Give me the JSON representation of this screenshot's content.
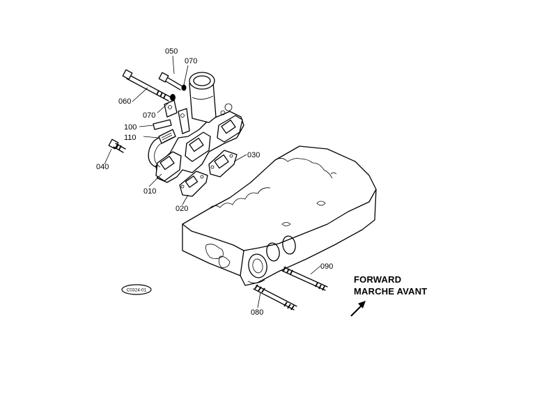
{
  "callouts": {
    "c010": "010",
    "c020": "020",
    "c030": "030",
    "c040": "040",
    "c050": "050",
    "c060": "060",
    "c070a": "070",
    "c070b": "070",
    "c080": "080",
    "c090": "090",
    "c100": "100",
    "c110": "110"
  },
  "direction": {
    "line1": "FORWARD",
    "line2": "MARCHE AVANT",
    "arrow_icon": "diagonal-arrow-icon"
  },
  "drawing_code": "C0324-01"
}
